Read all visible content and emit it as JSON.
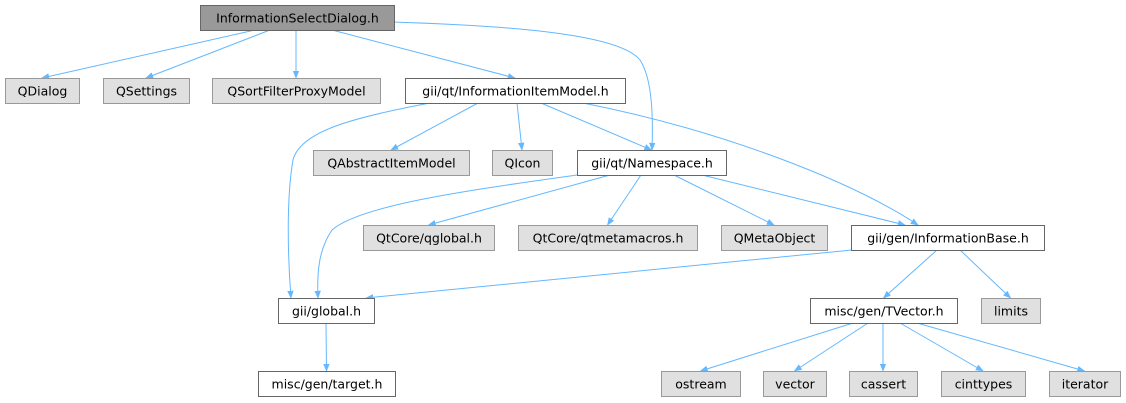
{
  "colors": {
    "edge": "#63b8ff",
    "root_fill": "#999999",
    "root_border": "#666666",
    "local_fill": "#ffffff",
    "local_border": "#666666",
    "system_fill": "#e0e0e0",
    "system_border": "#999999"
  },
  "nodes": [
    {
      "id": "root",
      "label": "InformationSelectDialog.h",
      "kind": "root"
    },
    {
      "id": "qdialog",
      "label": "QDialog",
      "kind": "system"
    },
    {
      "id": "qsettings",
      "label": "QSettings",
      "kind": "system"
    },
    {
      "id": "qsortfilter",
      "label": "QSortFilterProxyModel",
      "kind": "system"
    },
    {
      "id": "itemmodel",
      "label": "gii/qt/InformationItemModel.h",
      "kind": "local"
    },
    {
      "id": "qabstract",
      "label": "QAbstractItemModel",
      "kind": "system"
    },
    {
      "id": "qicon",
      "label": "QIcon",
      "kind": "system"
    },
    {
      "id": "namespace",
      "label": "gii/qt/Namespace.h",
      "kind": "local"
    },
    {
      "id": "qglobal",
      "label": "QtCore/qglobal.h",
      "kind": "system"
    },
    {
      "id": "qtmeta",
      "label": "QtCore/qtmetamacros.h",
      "kind": "system"
    },
    {
      "id": "qmetaobject",
      "label": "QMetaObject",
      "kind": "system"
    },
    {
      "id": "infobase",
      "label": "gii/gen/InformationBase.h",
      "kind": "local"
    },
    {
      "id": "global",
      "label": "gii/global.h",
      "kind": "local"
    },
    {
      "id": "tvector",
      "label": "misc/gen/TVector.h",
      "kind": "local"
    },
    {
      "id": "limits",
      "label": "limits",
      "kind": "system"
    },
    {
      "id": "target",
      "label": "misc/gen/target.h",
      "kind": "local"
    },
    {
      "id": "ostream",
      "label": "ostream",
      "kind": "system"
    },
    {
      "id": "vector",
      "label": "vector",
      "kind": "system"
    },
    {
      "id": "cassert",
      "label": "cassert",
      "kind": "system"
    },
    {
      "id": "cinttypes",
      "label": "cinttypes",
      "kind": "system"
    },
    {
      "id": "iterator",
      "label": "iterator",
      "kind": "system"
    }
  ],
  "edges": [
    [
      "root",
      "qdialog"
    ],
    [
      "root",
      "qsettings"
    ],
    [
      "root",
      "qsortfilter"
    ],
    [
      "root",
      "itemmodel"
    ],
    [
      "root",
      "namespace"
    ],
    [
      "itemmodel",
      "global"
    ],
    [
      "itemmodel",
      "qabstract"
    ],
    [
      "itemmodel",
      "qicon"
    ],
    [
      "itemmodel",
      "namespace"
    ],
    [
      "itemmodel",
      "infobase"
    ],
    [
      "namespace",
      "global"
    ],
    [
      "namespace",
      "qglobal"
    ],
    [
      "namespace",
      "qtmeta"
    ],
    [
      "namespace",
      "qmetaobject"
    ],
    [
      "namespace",
      "infobase"
    ],
    [
      "infobase",
      "global"
    ],
    [
      "infobase",
      "tvector"
    ],
    [
      "infobase",
      "limits"
    ],
    [
      "global",
      "target"
    ],
    [
      "tvector",
      "ostream"
    ],
    [
      "tvector",
      "vector"
    ],
    [
      "tvector",
      "cassert"
    ],
    [
      "tvector",
      "cinttypes"
    ],
    [
      "tvector",
      "iterator"
    ]
  ]
}
